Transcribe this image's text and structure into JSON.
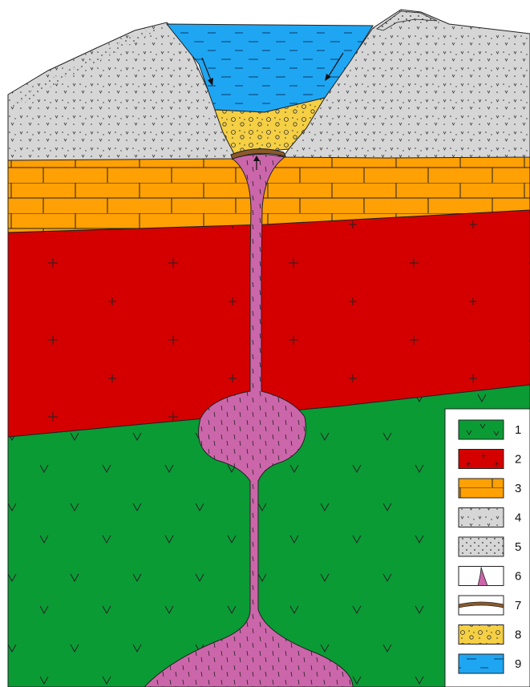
{
  "legend": {
    "items": [
      {
        "number": "1",
        "pattern": "v-marks",
        "color": "#0a9b35"
      },
      {
        "number": "2",
        "pattern": "crosses",
        "color": "#d40000"
      },
      {
        "number": "3",
        "pattern": "bricks",
        "color": "#ffa004"
      },
      {
        "number": "4",
        "pattern": "v-dots",
        "color": "#d6d6d6"
      },
      {
        "number": "5",
        "pattern": "arcs-dots",
        "color": "#d6d6d6"
      },
      {
        "number": "6",
        "pattern": "conduit",
        "color": "#cc66aa"
      },
      {
        "number": "7",
        "pattern": "crust-band",
        "color": "#8b5a2b"
      },
      {
        "number": "8",
        "pattern": "pebbles",
        "color": "#f5cf44"
      },
      {
        "number": "9",
        "pattern": "dashes",
        "color": "#1fa6f3"
      }
    ]
  },
  "colors": {
    "layer1_green": "#0a9b35",
    "layer2_red": "#d40000",
    "layer3_orange": "#ffa004",
    "layer4_gray": "#d6d6d6",
    "magma": "#cc66aa",
    "crust": "#8b5a2b",
    "gravel": "#f5cf44",
    "water": "#1fa6f3"
  }
}
